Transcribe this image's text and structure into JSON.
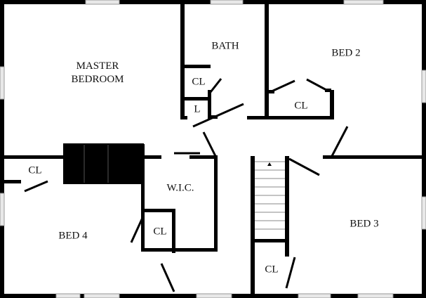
{
  "rooms": {
    "master": "MASTER",
    "master2": "BEDROOM",
    "bath": "BATH",
    "bath_closet": "CL",
    "linen": "L",
    "bed2": "BED 2",
    "bed2_closet": "CL",
    "master_closet": "CL",
    "wic": "W.I.C.",
    "wic_closet": "CL",
    "bed4": "BED 4",
    "bed3": "BED 3",
    "bed3_closet": "CL"
  }
}
